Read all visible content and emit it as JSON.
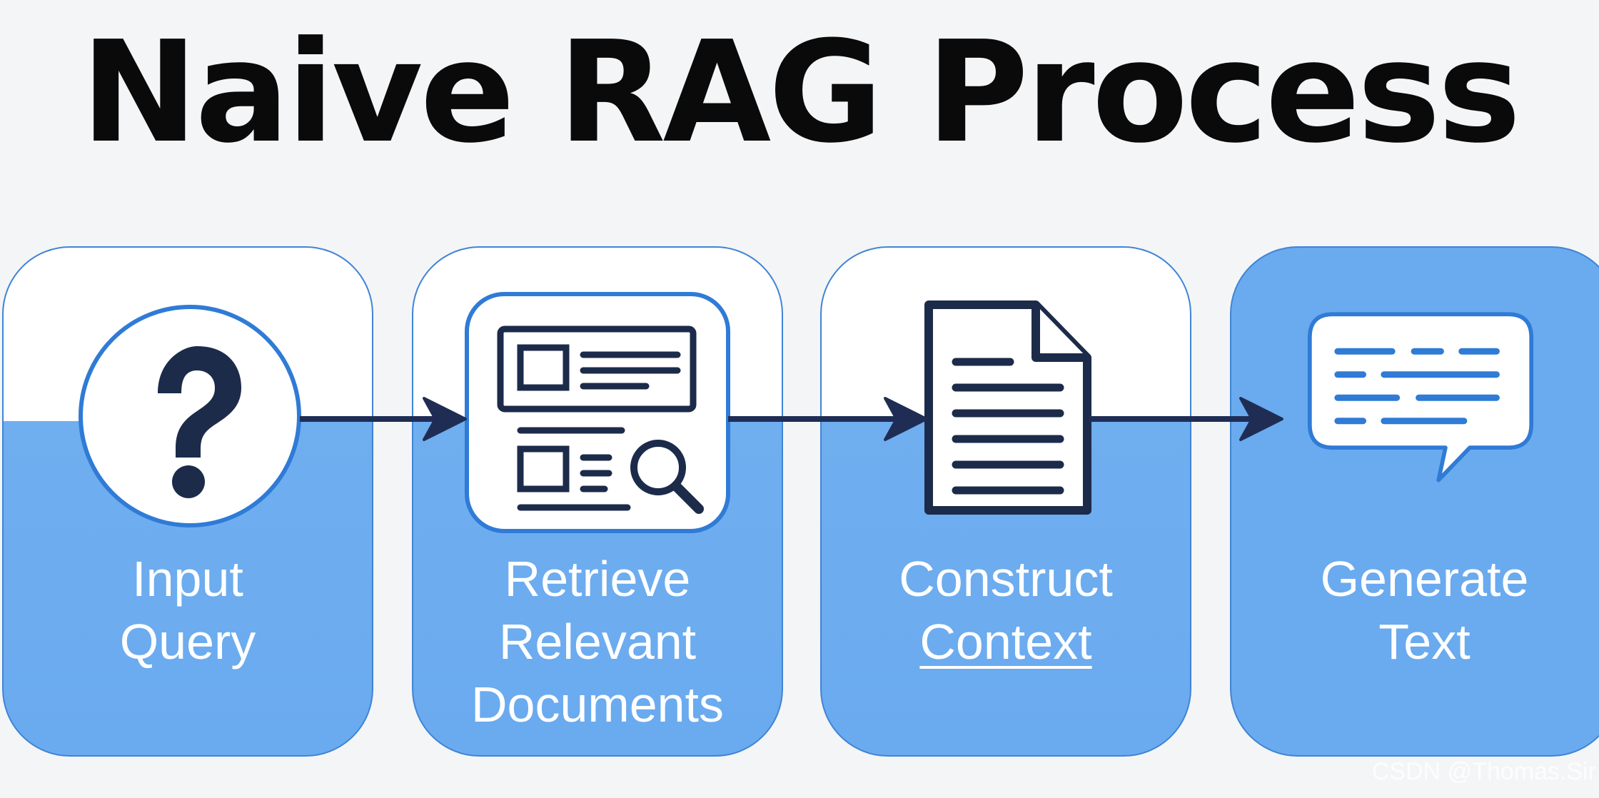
{
  "title": "Naive RAG Process",
  "steps": [
    {
      "lines": [
        "Input",
        "Query"
      ],
      "icon": "question-mark-icon"
    },
    {
      "lines": [
        "Retrieve",
        "Relevant",
        "Documents"
      ],
      "icon": "document-search-icon"
    },
    {
      "lines": [
        "Construct",
        "Context"
      ],
      "icon": "text-document-icon"
    },
    {
      "lines": [
        "Generate",
        "Text"
      ],
      "icon": "chat-bubble-icon"
    }
  ],
  "watermark": "CSDN @Thomas.Sir",
  "colors": {
    "title": "#0a0a0a",
    "card_blue": "#6aaaef",
    "border_blue": "#2f7bd6",
    "icon_navy": "#1c2b4a",
    "arrow_navy": "#1f2d55"
  }
}
